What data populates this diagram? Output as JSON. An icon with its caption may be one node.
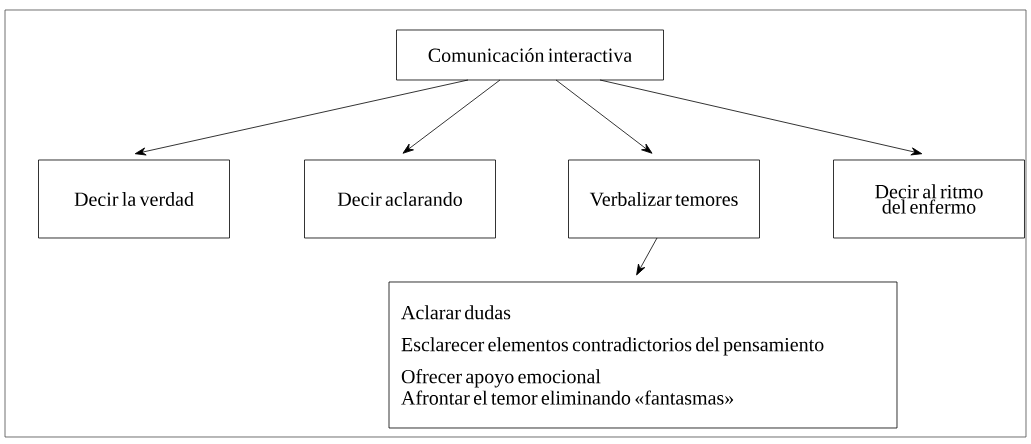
{
  "diagram": {
    "nodes": [
      {
        "text": [
          "Comunicación interactiva"
        ]
      },
      {
        "text": [
          "Decir la verdad"
        ]
      },
      {
        "text": [
          "Decir aclarando"
        ]
      },
      {
        "text": [
          "Verbalizar temores"
        ]
      },
      {
        "text": [
          "Decir al ritmo del enfermo"
        ]
      },
      {
        "text": [
          "Aclarar dudas",
          "Esclarecer elementos contradictorios del pensamiento",
          "Ofrecer apoyo emocional",
          "Afrontar el temor eliminando «fantasmas»"
        ]
      }
    ],
    "edges": [
      {
        "from": 0,
        "to": 1,
        "arrow": "to"
      },
      {
        "from": 0,
        "to": 2,
        "arrow": "to"
      },
      {
        "from": 0,
        "to": 3,
        "arrow": "to"
      },
      {
        "from": 0,
        "to": 4,
        "arrow": "to"
      },
      {
        "from": 3,
        "to": 5,
        "arrow": "to"
      }
    ]
  }
}
